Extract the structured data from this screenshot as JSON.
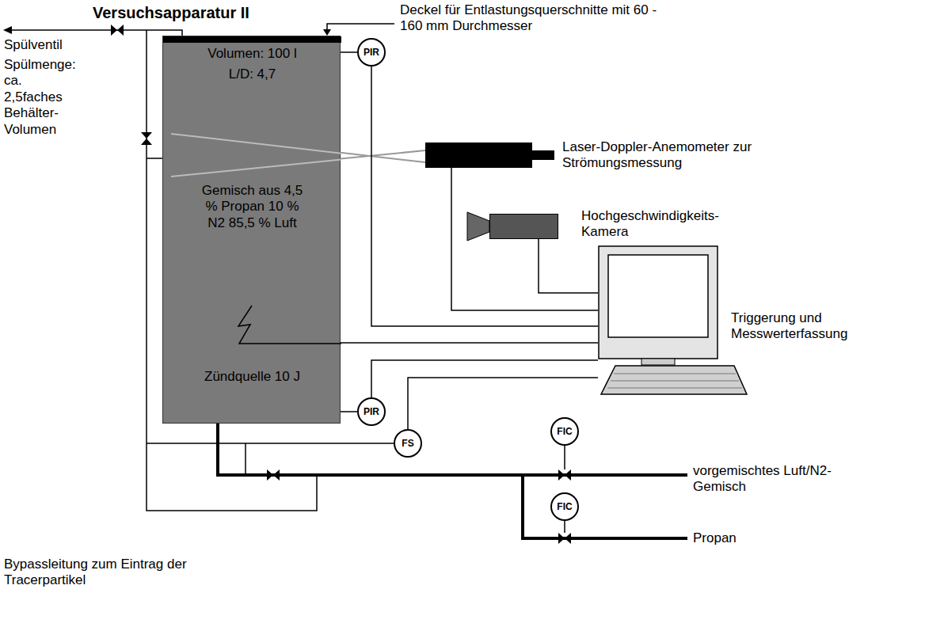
{
  "diagram": {
    "title": "Versuchsapparatur II",
    "nodes": [
      {
        "text": [
          "Volumen: 100 l",
          "L/D: 4,7",
          "Gemisch aus 4,5 % Propan 10 % N2 85,5 % Luft",
          "Zündquelle 10 J"
        ]
      },
      {
        "text": [
          "PIR"
        ]
      },
      {
        "text": [
          "Laser-Doppler-Anemometer zur Strömungsmessung"
        ]
      },
      {
        "text": [
          "Hochgeschwindigkeits- Kamera"
        ]
      },
      {
        "text": [
          "Triggerung und Messwerterfassung"
        ]
      },
      {
        "text": [
          "PIR"
        ]
      },
      {
        "text": [
          "FS"
        ]
      },
      {
        "text": [
          "FIC"
        ]
      },
      {
        "text": [
          "FIC"
        ]
      }
    ],
    "edges": [
      {
        "from": 0,
        "to": 1,
        "arrow": "none"
      },
      {
        "from": 1,
        "to": 4,
        "arrow": "none"
      },
      {
        "from": 2,
        "to": 4,
        "arrow": "none"
      },
      {
        "from": 3,
        "to": 4,
        "arrow": "none"
      },
      {
        "from": 0,
        "to": 4,
        "arrow": "none"
      },
      {
        "from": 0,
        "to": 5,
        "arrow": "none"
      },
      {
        "from": 5,
        "to": 4,
        "arrow": "none"
      },
      {
        "from": 6,
        "to": 4,
        "arrow": "none"
      }
    ],
    "labels": [
      "Deckel für Entlastungsquerschnitte mit 60 - 160 mm Durchmesser",
      "Spülventil",
      "Spülmenge: ca. 2,5faches Behälter-Volumen",
      "vorgemischtes Luft/N2-Gemisch",
      "Propan",
      "Bypassleitung zum Eintrag der Tracerpartikel"
    ]
  }
}
